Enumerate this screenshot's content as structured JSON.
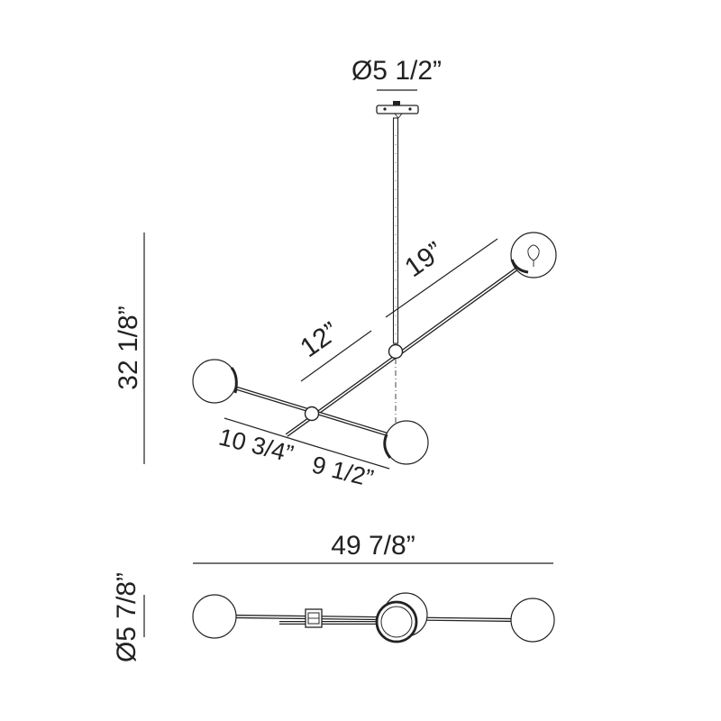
{
  "dimensions": {
    "canopy_diameter": "Ø5 1/2”",
    "overall_height": "32 1/8”",
    "long_arm_upper": "19”",
    "long_arm_lower": "12”",
    "short_arm_left": "10 3/4”",
    "short_arm_right": "9 1/2”",
    "overall_width": "49 7/8”",
    "globe_diameter": "Ø5 7/8”"
  }
}
